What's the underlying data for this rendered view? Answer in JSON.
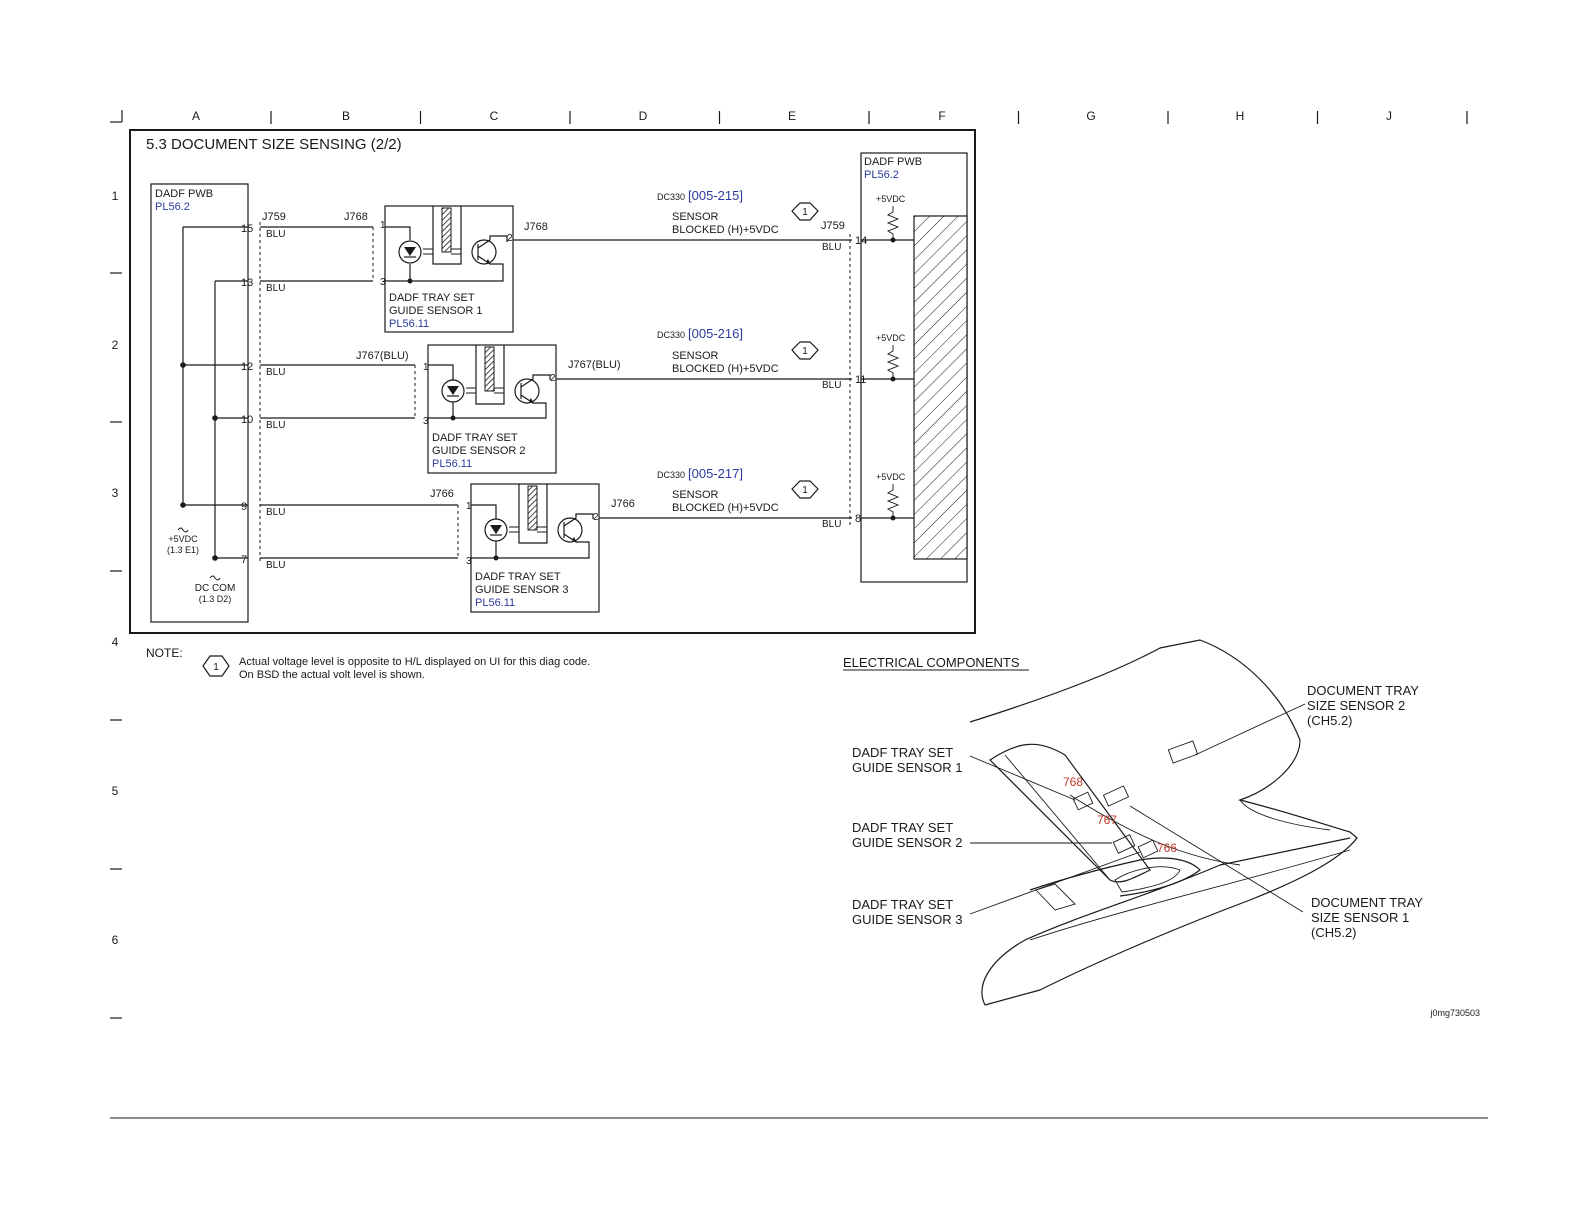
{
  "grid": {
    "columns": [
      "A",
      "B",
      "C",
      "D",
      "E",
      "F",
      "G",
      "H",
      "J"
    ],
    "rows": [
      "1",
      "2",
      "3",
      "4",
      "5",
      "6"
    ]
  },
  "diagram": {
    "title": "5.3 DOCUMENT SIZE SENSING (2/2)",
    "left_board": {
      "name": "DADF PWB",
      "ref": "PL56.2"
    },
    "right_board": {
      "name": "DADF PWB",
      "ref": "PL56.2"
    },
    "left_connector": "J759",
    "right_connector": "J759",
    "wire_color": "BLU",
    "supply_label": "+5VDC",
    "supply_note": "+5VDC",
    "supply_ref": "(1.3 E1)",
    "ground_label": "DC COM",
    "ground_ref": "(1.3 D2)",
    "pins_left": [
      "15",
      "13",
      "12",
      "10",
      "9",
      "7"
    ],
    "sensors": [
      {
        "connector_left": "J768",
        "connector_right": "J768",
        "pin_in": "1",
        "pin_com": "3",
        "pin_out": "2",
        "name_line1": "DADF TRAY SET",
        "name_line2": "GUIDE SENSOR 1",
        "ref": "PL56.11",
        "dc_prefix": "DC330",
        "dc_code": "[005-215]",
        "signal_line1": "SENSOR",
        "signal_line2": "BLOCKED (H)+5VDC",
        "note_mark": "1",
        "right_pin": "14"
      },
      {
        "connector_left": "J767(BLU)",
        "connector_right": "J767(BLU)",
        "pin_in": "1",
        "pin_com": "3",
        "pin_out": "2",
        "name_line1": "DADF TRAY SET",
        "name_line2": "GUIDE SENSOR 2",
        "ref": "PL56.11",
        "dc_prefix": "DC330",
        "dc_code": "[005-216]",
        "signal_line1": "SENSOR",
        "signal_line2": "BLOCKED (H)+5VDC",
        "note_mark": "1",
        "right_pin": "11"
      },
      {
        "connector_left": "J766",
        "connector_right": "J766",
        "pin_in": "1",
        "pin_com": "3",
        "pin_out": "2",
        "name_line1": "DADF TRAY SET",
        "name_line2": "GUIDE SENSOR 3",
        "ref": "PL56.11",
        "dc_prefix": "DC330",
        "dc_code": "[005-217]",
        "signal_line1": "SENSOR",
        "signal_line2": "BLOCKED (H)+5VDC",
        "note_mark": "1",
        "right_pin": "8"
      }
    ]
  },
  "note": {
    "label": "NOTE:",
    "mark": "1",
    "line1": "Actual voltage level is opposite to H/L displayed on UI for this diag code.",
    "line2": "On BSD the actual volt level is shown."
  },
  "components": {
    "heading": "ELECTRICAL COMPONENTS",
    "callouts": [
      {
        "line1": "DADF TRAY SET",
        "line2": "GUIDE SENSOR 1",
        "line3": ""
      },
      {
        "line1": "DADF TRAY SET",
        "line2": "GUIDE SENSOR 2",
        "line3": ""
      },
      {
        "line1": "DADF TRAY SET",
        "line2": "GUIDE SENSOR 3",
        "line3": ""
      },
      {
        "line1": "DOCUMENT TRAY",
        "line2": "SIZE SENSOR 2",
        "line3": "(CH5.2)"
      },
      {
        "line1": "DOCUMENT TRAY",
        "line2": "SIZE SENSOR 1",
        "line3": "(CH5.2)"
      }
    ],
    "part_numbers": [
      "768",
      "767",
      "766"
    ],
    "image_id": "j0mg730503"
  }
}
